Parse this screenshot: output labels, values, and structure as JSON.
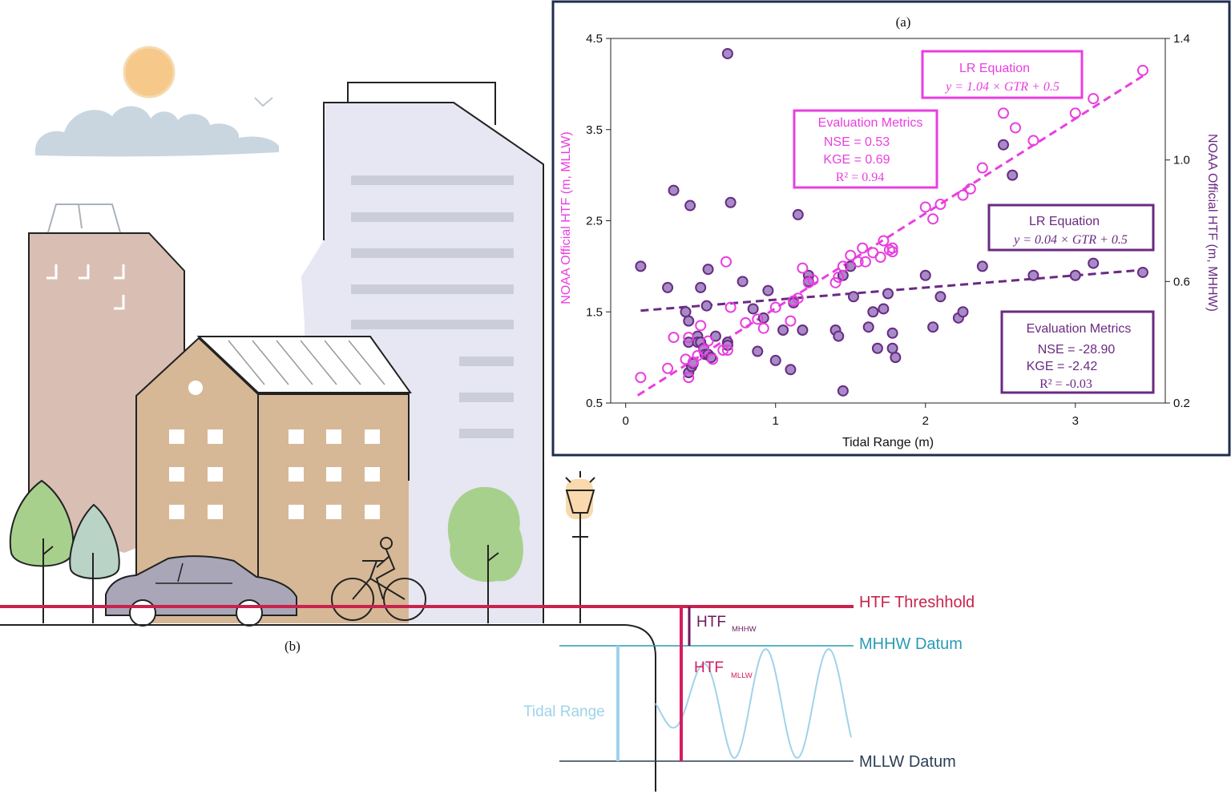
{
  "panel_b": {
    "label": "(b)",
    "lines": {
      "threshold": "HTF Threshhold",
      "mhhw": "MHHW Datum",
      "mllw": "MLLW Datum"
    },
    "htf_mhhw": {
      "main": "HTF",
      "sub": "MHHW"
    },
    "htf_mllw": {
      "main": "HTF",
      "sub": "MLLW"
    },
    "tidal_range": "Tidal Range",
    "colors": {
      "threshold": "#c8234c",
      "mhhw": "#2a9bb4",
      "mllw": "#2c3e55",
      "htf_mhhw": "#6e1a5c",
      "htf_mllw": "#d81b60",
      "tidal": "#9fd3ea",
      "building_left": "#d9bfb3",
      "building_mid": "#d6b896",
      "building_tall": "#e6e7f2",
      "tree": "#a8d08d",
      "sun": "#f6c98a",
      "cloud": "#c9d6e0"
    }
  },
  "chart_data": {
    "type": "scatter",
    "panel_label": "(a)",
    "xlabel": "Tidal Range (m)",
    "ylabel_left": "NOAA Official HTF (m, MLLW)",
    "ylabel_right": "NOAA Official HTF (m, MHHW)",
    "xlim": [
      -0.1,
      3.6
    ],
    "ylim_left": [
      0.5,
      4.5
    ],
    "ylim_right": [
      0.2,
      1.4
    ],
    "xticks": [
      "0",
      "1",
      "2",
      "3"
    ],
    "yticks_left": [
      "0.5",
      "1.5",
      "2.5",
      "3.5",
      "4.5"
    ],
    "yticks_right": [
      "0.2",
      "0.6",
      "1.0",
      "1.4"
    ],
    "colors": {
      "mllw": "#e83fe0",
      "mhhw": "#6a2a82",
      "mhhw_fill": "#a58cc7",
      "frame": "#1f2d4d"
    },
    "mllw": {
      "name": "MLLW",
      "regression": {
        "slope": 1.04,
        "intercept": 0.5
      },
      "box_title": "LR Equation",
      "equation": "y = 1.04 × GTR + 0.5",
      "metrics_title": "Evaluation Metrics",
      "metrics": [
        "NSE = 0.53",
        "KGE = 0.69",
        "R² = 0.94"
      ],
      "points": [
        [
          0.1,
          0.78
        ],
        [
          0.28,
          0.88
        ],
        [
          0.32,
          1.22
        ],
        [
          0.4,
          0.98
        ],
        [
          0.42,
          0.78
        ],
        [
          0.42,
          1.22
        ],
        [
          0.45,
          0.95
        ],
        [
          0.48,
          1.02
        ],
        [
          0.5,
          1.35
        ],
        [
          0.52,
          1.08
        ],
        [
          0.55,
          1.18
        ],
        [
          0.58,
          0.98
        ],
        [
          0.65,
          1.08
        ],
        [
          0.68,
          1.08
        ],
        [
          0.67,
          2.05
        ],
        [
          0.7,
          1.55
        ],
        [
          0.8,
          1.38
        ],
        [
          0.88,
          1.42
        ],
        [
          0.92,
          1.32
        ],
        [
          1.0,
          1.55
        ],
        [
          1.1,
          1.4
        ],
        [
          1.12,
          1.62
        ],
        [
          1.15,
          1.65
        ],
        [
          1.18,
          1.98
        ],
        [
          1.22,
          1.82
        ],
        [
          1.25,
          1.85
        ],
        [
          1.4,
          1.82
        ],
        [
          1.42,
          1.88
        ],
        [
          1.45,
          2.0
        ],
        [
          1.5,
          2.12
        ],
        [
          1.55,
          2.05
        ],
        [
          1.58,
          2.2
        ],
        [
          1.6,
          2.05
        ],
        [
          1.65,
          2.15
        ],
        [
          1.7,
          2.1
        ],
        [
          1.72,
          2.28
        ],
        [
          1.76,
          2.18
        ],
        [
          1.78,
          2.2
        ],
        [
          1.78,
          2.16
        ],
        [
          2.0,
          2.65
        ],
        [
          2.05,
          2.52
        ],
        [
          2.1,
          2.68
        ],
        [
          2.25,
          2.78
        ],
        [
          2.3,
          2.85
        ],
        [
          2.38,
          3.08
        ],
        [
          2.52,
          3.68
        ],
        [
          2.6,
          3.52
        ],
        [
          2.72,
          3.38
        ],
        [
          3.0,
          3.68
        ],
        [
          3.12,
          3.84
        ],
        [
          3.45,
          4.15
        ]
      ]
    },
    "mhhw": {
      "name": "MHHW",
      "regression": {
        "slope": 0.04,
        "intercept": 0.5
      },
      "box_title": "LR Equation",
      "equation": "y = 0.04 × GTR + 0.5",
      "metrics_title": "Evaluation Metrics",
      "metrics": [
        "NSE = -28.90",
        "KGE = -2.42",
        "R² = -0.03"
      ],
      "points": [
        [
          0.1,
          0.65
        ],
        [
          0.28,
          0.58
        ],
        [
          0.32,
          0.9
        ],
        [
          0.4,
          0.5
        ],
        [
          0.42,
          0.47
        ],
        [
          0.42,
          0.3
        ],
        [
          0.42,
          0.4
        ],
        [
          0.44,
          0.32
        ],
        [
          0.45,
          0.33
        ],
        [
          0.43,
          0.85
        ],
        [
          0.48,
          0.42
        ],
        [
          0.48,
          0.4
        ],
        [
          0.5,
          0.58
        ],
        [
          0.5,
          0.4
        ],
        [
          0.52,
          0.38
        ],
        [
          0.53,
          0.36
        ],
        [
          0.54,
          0.52
        ],
        [
          0.55,
          0.64
        ],
        [
          0.55,
          0.36
        ],
        [
          0.57,
          0.35
        ],
        [
          0.6,
          0.42
        ],
        [
          0.68,
          0.4
        ],
        [
          0.68,
          0.39
        ],
        [
          0.68,
          1.35
        ],
        [
          0.7,
          0.86
        ],
        [
          0.78,
          0.6
        ],
        [
          0.85,
          0.51
        ],
        [
          0.88,
          0.37
        ],
        [
          0.92,
          0.48
        ],
        [
          0.95,
          0.57
        ],
        [
          1.0,
          0.34
        ],
        [
          1.05,
          0.44
        ],
        [
          1.1,
          0.31
        ],
        [
          1.12,
          0.53
        ],
        [
          1.15,
          0.82
        ],
        [
          1.18,
          0.44
        ],
        [
          1.22,
          0.62
        ],
        [
          1.22,
          0.6
        ],
        [
          1.4,
          0.44
        ],
        [
          1.42,
          0.42
        ],
        [
          1.45,
          0.62
        ],
        [
          1.45,
          0.24
        ],
        [
          1.5,
          0.65
        ],
        [
          1.52,
          0.55
        ],
        [
          1.62,
          0.45
        ],
        [
          1.65,
          0.5
        ],
        [
          1.68,
          0.38
        ],
        [
          1.72,
          0.51
        ],
        [
          1.75,
          0.56
        ],
        [
          1.78,
          0.38
        ],
        [
          1.78,
          0.43
        ],
        [
          1.8,
          0.35
        ],
        [
          2.0,
          0.62
        ],
        [
          2.05,
          0.45
        ],
        [
          2.1,
          0.55
        ],
        [
          2.22,
          0.48
        ],
        [
          2.25,
          0.5
        ],
        [
          2.38,
          0.65
        ],
        [
          2.52,
          1.05
        ],
        [
          2.58,
          0.95
        ],
        [
          2.72,
          0.62
        ],
        [
          3.0,
          0.62
        ],
        [
          3.12,
          0.66
        ],
        [
          3.45,
          0.63
        ]
      ]
    }
  }
}
